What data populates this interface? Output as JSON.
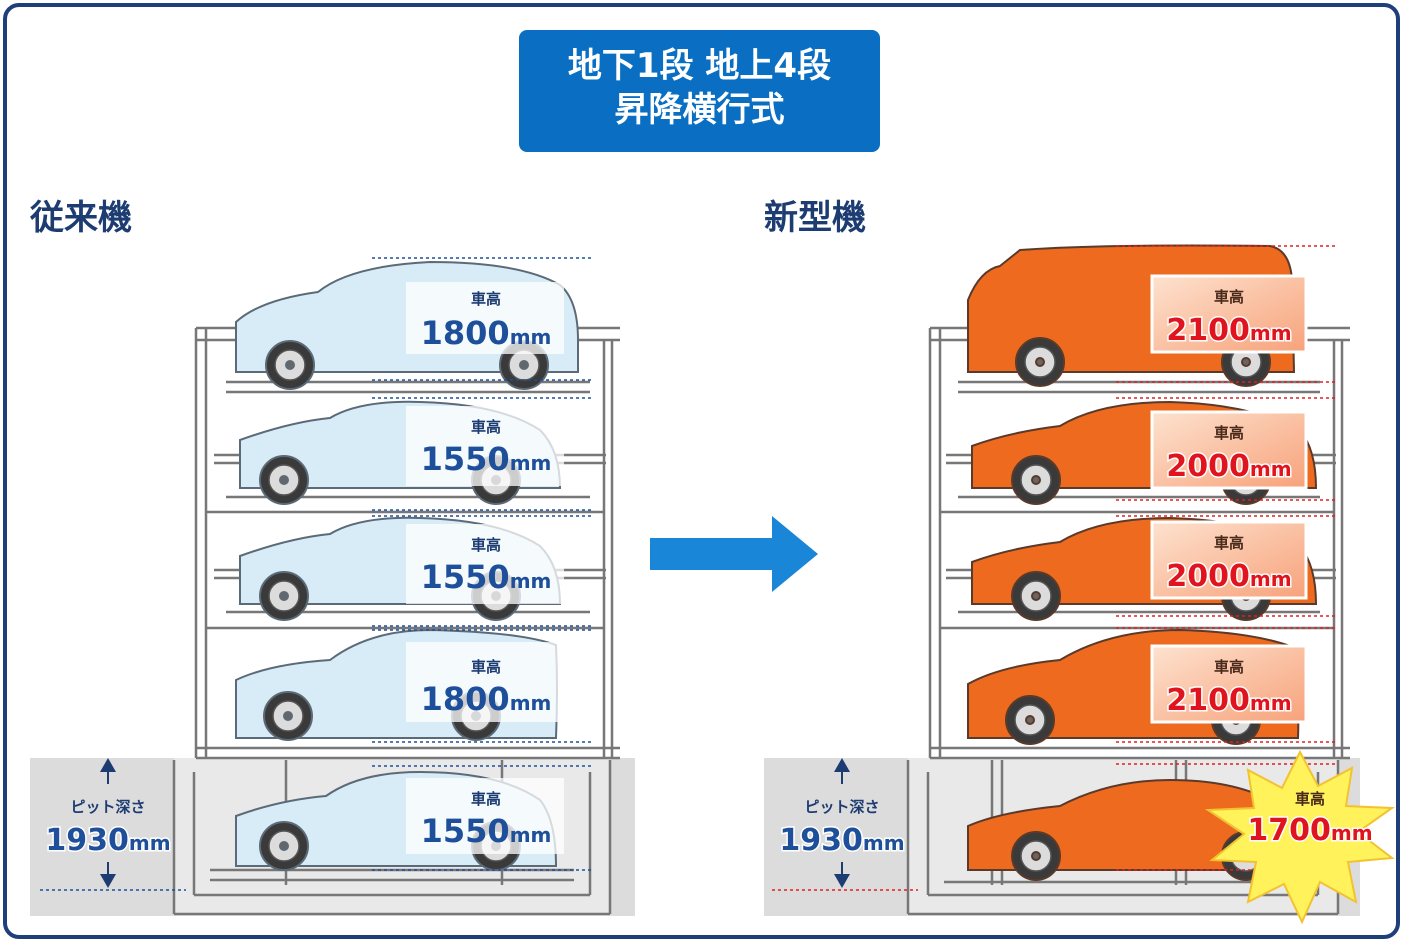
{
  "title": {
    "line1": "地下1段 地上4段",
    "line2": "昇降横行式"
  },
  "old_machine": {
    "heading": "従来機",
    "pit_label": "ピット深さ",
    "pit_value": "1930",
    "unit": "mm",
    "height_caption": "車高",
    "heights": [
      "1800",
      "1550",
      "1550",
      "1800",
      "1550"
    ]
  },
  "new_machine": {
    "heading": "新型機",
    "pit_label": "ピット深さ",
    "pit_value": "1930",
    "unit": "mm",
    "height_caption": "車高",
    "heights": [
      "2100",
      "2000",
      "2000",
      "2100",
      "1700"
    ]
  },
  "colors": {
    "badge": "#0a6fc2",
    "heading": "#1d3c72",
    "old_car": "#d8ecf8",
    "new_car": "#ee6a1f",
    "arrow": "#1a86d8",
    "burst": "#fff25a"
  }
}
